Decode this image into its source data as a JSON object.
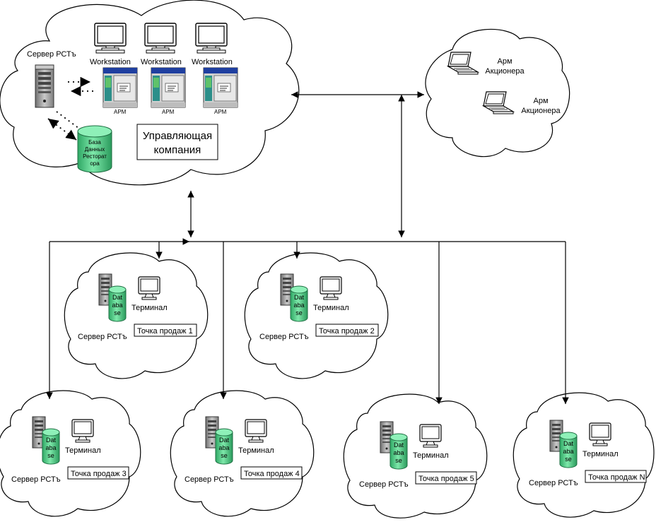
{
  "headquarters": {
    "server_label": "Сервер РСТъ",
    "workstations": [
      {
        "label": "Workstation",
        "apm_label": "АРМ"
      },
      {
        "label": "Workstation",
        "apm_label": "АРМ"
      },
      {
        "label": "Workstation",
        "apm_label": "АРМ"
      }
    ],
    "database_lines": [
      "База",
      "Данных",
      "Ресторат",
      "ора"
    ],
    "company_lines": [
      "Управляющая",
      "компания"
    ]
  },
  "shareholders": {
    "items": [
      {
        "lines": [
          "Арм",
          "Акционера"
        ]
      },
      {
        "lines": [
          "Арм",
          "Акционера"
        ]
      }
    ]
  },
  "sales_points": [
    {
      "server_label": "Сервер РСТъ",
      "terminal_label": "Терминал",
      "point_label": "Точка продаж 1",
      "db_lines": [
        "Dat",
        "aba",
        "se"
      ]
    },
    {
      "server_label": "Сервер РСТъ",
      "terminal_label": "Терминал",
      "point_label": "Точка продаж 2",
      "db_lines": [
        "Dat",
        "aba",
        "se"
      ]
    },
    {
      "server_label": "Сервер РСТъ",
      "terminal_label": "Терминал",
      "point_label": "Точка продаж 3",
      "db_lines": [
        "Dat",
        "aba",
        "se"
      ]
    },
    {
      "server_label": "Сервер РСТъ",
      "terminal_label": "Терминал",
      "point_label": "Точка продаж 4",
      "db_lines": [
        "Dat",
        "aba",
        "se"
      ]
    },
    {
      "server_label": "Сервер РСТъ",
      "terminal_label": "Терминал",
      "point_label": "Точка продаж 5",
      "db_lines": [
        "Dat",
        "aba",
        "se"
      ]
    },
    {
      "server_label": "Сервер РСТъ",
      "terminal_label": "Терминал",
      "point_label": "Точка продаж N",
      "db_lines": [
        "Dat",
        "aba",
        "se"
      ]
    }
  ],
  "colors": {
    "line": "#000000",
    "cloud_fill": "#ffffff",
    "database_green": "#4fd38a",
    "apm_blue": "#1f3fa0",
    "server_grey": "#9a9a9a"
  }
}
